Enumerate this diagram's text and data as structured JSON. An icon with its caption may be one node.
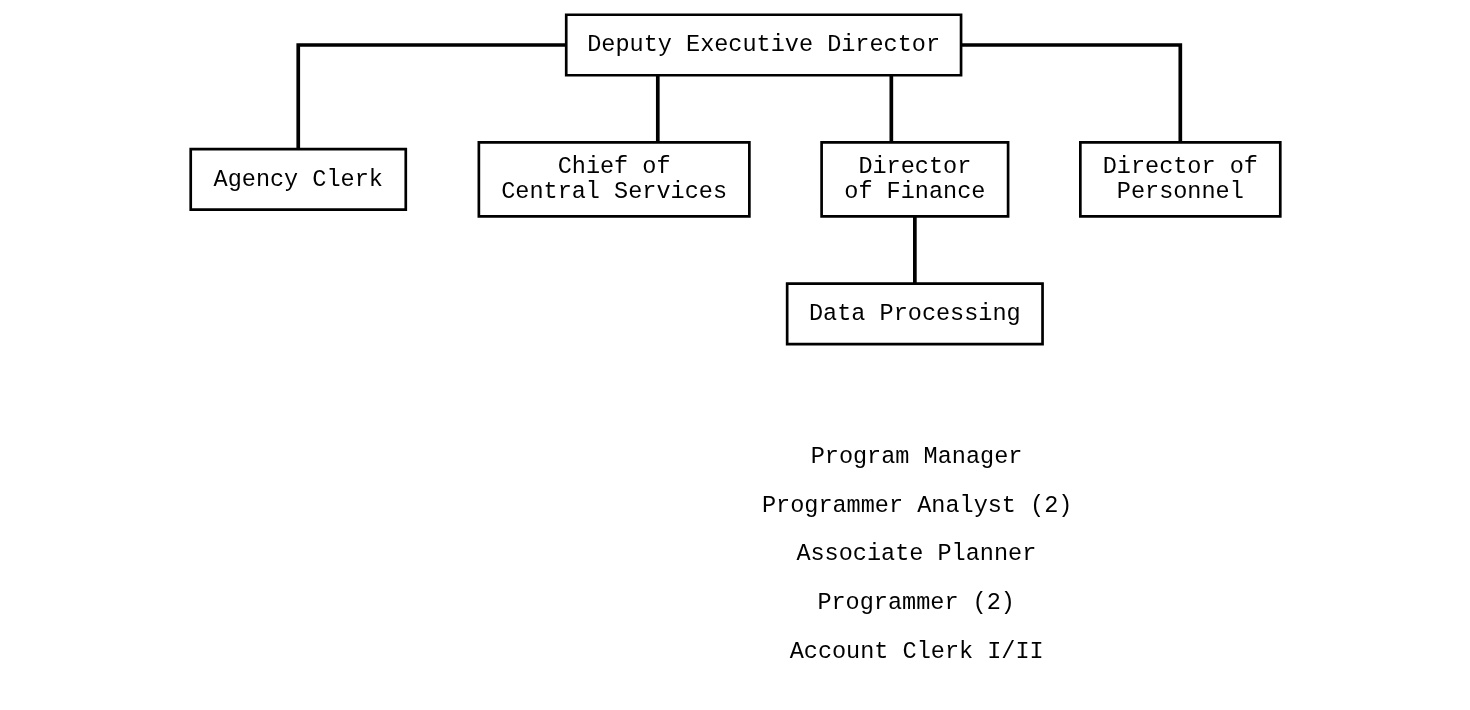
{
  "diagram": {
    "nodes": [
      {
        "text": [
          "Deputy Executive Director"
        ]
      },
      {
        "text": [
          "Agency Clerk"
        ]
      },
      {
        "text": [
          "Chief of Central Services"
        ]
      },
      {
        "text": [
          "Director of Finance"
        ]
      },
      {
        "text": [
          "Director of Personnel"
        ]
      },
      {
        "text": [
          "Data Processing"
        ]
      }
    ],
    "edges": [
      {
        "from": 0,
        "to": 1,
        "arrow": "none"
      },
      {
        "from": 0,
        "to": 2,
        "arrow": "none"
      },
      {
        "from": 0,
        "to": 3,
        "arrow": "none"
      },
      {
        "from": 0,
        "to": 4,
        "arrow": "none"
      },
      {
        "from": 3,
        "to": 5,
        "arrow": "none"
      }
    ],
    "labels": [
      "Program Manager",
      "Programmer Analyst (2)",
      "Associate Planner",
      "Programmer (2)",
      "Account Clerk I/II"
    ]
  }
}
